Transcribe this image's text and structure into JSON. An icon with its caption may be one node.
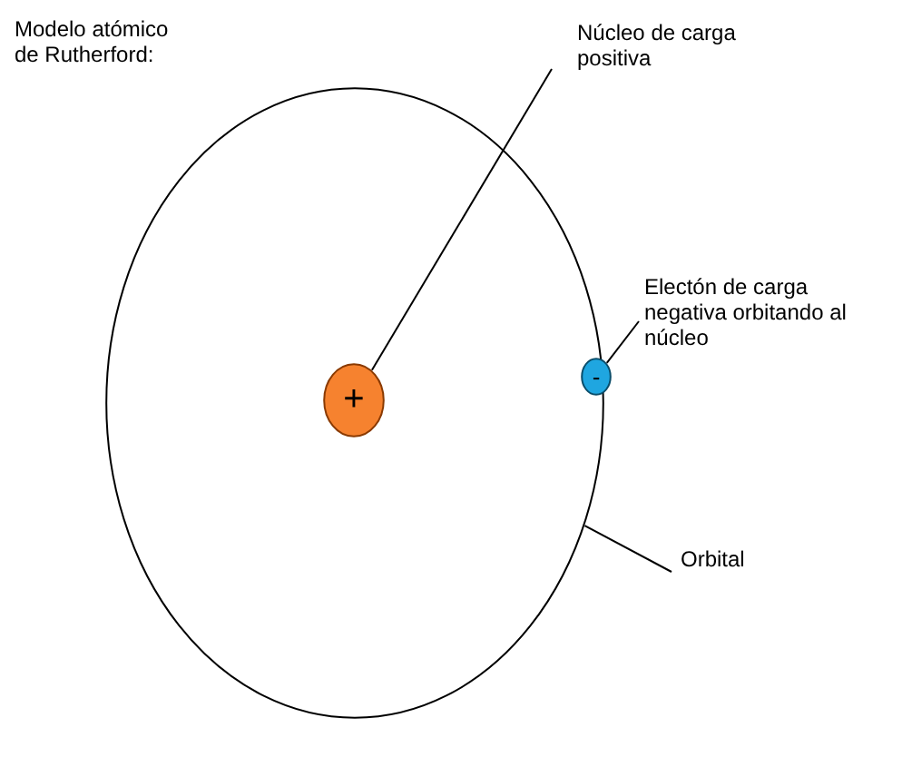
{
  "diagram": {
    "title": "Modelo atómico de Rutherford:",
    "nodes": [
      {
        "text": [
          "Núcleo de carga positiva"
        ]
      },
      {
        "text": [
          "Electón de carga negativa orbitando al núcleo"
        ]
      },
      {
        "text": [
          "Orbital"
        ]
      },
      {
        "text": [],
        "shape": "circle"
      },
      {
        "text": [
          "+"
        ],
        "in": 3
      },
      {
        "text": [
          "-"
        ]
      }
    ],
    "edges": [
      {
        "from": 0,
        "to": 4,
        "arrow": "none"
      },
      {
        "from": 1,
        "to": 5,
        "arrow": "none"
      },
      {
        "from": 2,
        "to": 3,
        "arrow": "none"
      }
    ]
  }
}
